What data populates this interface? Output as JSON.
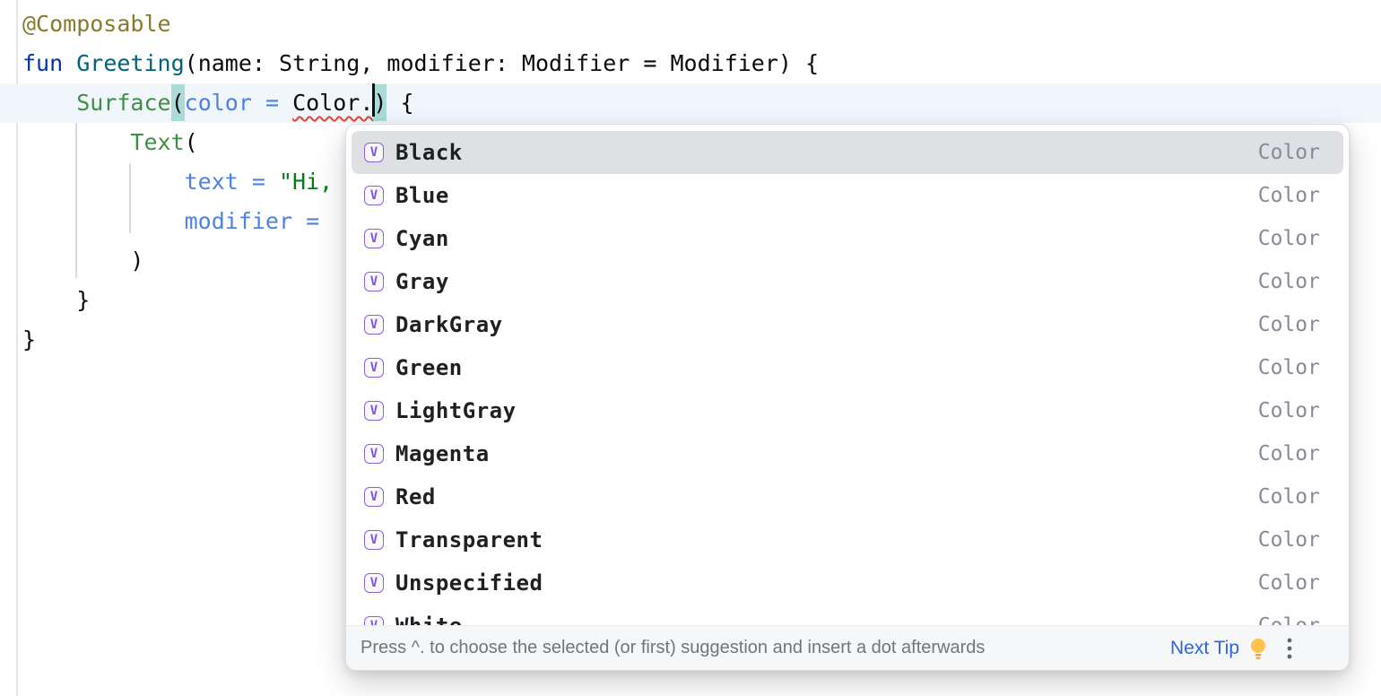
{
  "editor": {
    "lines": [
      {
        "runs": [
          {
            "t": "@Composable",
            "s": "ann"
          }
        ]
      },
      {
        "runs": [
          {
            "t": "fun",
            "s": "kw"
          },
          {
            "t": " ",
            "s": "plain"
          },
          {
            "t": "Greeting",
            "s": "fn"
          },
          {
            "t": "(name: String, modifier: Modifier = Modifier) {",
            "s": "plain"
          }
        ]
      },
      {
        "runs": [
          {
            "t": "    ",
            "s": "plain"
          },
          {
            "t": "Surface",
            "s": "comp"
          },
          {
            "t": "(",
            "s": "brace"
          },
          {
            "t": "color = ",
            "s": "narg"
          },
          {
            "t": "Color.",
            "s": "err"
          },
          {
            "t": "",
            "s": "caret"
          },
          {
            "t": ")",
            "s": "brace"
          },
          {
            "t": " {",
            "s": "plain"
          }
        ]
      },
      {
        "runs": [
          {
            "t": "        ",
            "s": "plain"
          },
          {
            "t": "Text",
            "s": "comp"
          },
          {
            "t": "(",
            "s": "plain"
          }
        ]
      },
      {
        "runs": [
          {
            "t": "            ",
            "s": "plain"
          },
          {
            "t": "text = ",
            "s": "narg"
          },
          {
            "t": "\"Hi,",
            "s": "str"
          }
        ]
      },
      {
        "runs": [
          {
            "t": "            ",
            "s": "plain"
          },
          {
            "t": "modifier = ",
            "s": "narg"
          }
        ]
      },
      {
        "runs": [
          {
            "t": "        )",
            "s": "plain"
          }
        ]
      },
      {
        "runs": [
          {
            "t": "    }",
            "s": "plain"
          }
        ]
      },
      {
        "runs": [
          {
            "t": "}",
            "s": "plain"
          }
        ]
      }
    ],
    "caret_line_index": 2
  },
  "popup": {
    "selected_index": 0,
    "icon_glyph": "V",
    "items": [
      {
        "label": "Black",
        "type": "Color"
      },
      {
        "label": "Blue",
        "type": "Color"
      },
      {
        "label": "Cyan",
        "type": "Color"
      },
      {
        "label": "Gray",
        "type": "Color"
      },
      {
        "label": "DarkGray",
        "type": "Color"
      },
      {
        "label": "Green",
        "type": "Color"
      },
      {
        "label": "LightGray",
        "type": "Color"
      },
      {
        "label": "Magenta",
        "type": "Color"
      },
      {
        "label": "Red",
        "type": "Color"
      },
      {
        "label": "Transparent",
        "type": "Color"
      },
      {
        "label": "Unspecified",
        "type": "Color"
      },
      {
        "label": "White",
        "type": "Color"
      }
    ],
    "hint": {
      "text": "Press ^. to choose the selected (or first) suggestion and insert a dot afterwards",
      "action": "Next Tip"
    }
  },
  "colors": {
    "error-red": "#E4443A",
    "brace-bg": "#ABDBD6",
    "caret-line-bg": "#F1F5FC",
    "selection-bg": "#DEE0E4",
    "icon-purple": "#8B5FE8",
    "link-blue": "#3065D9"
  }
}
